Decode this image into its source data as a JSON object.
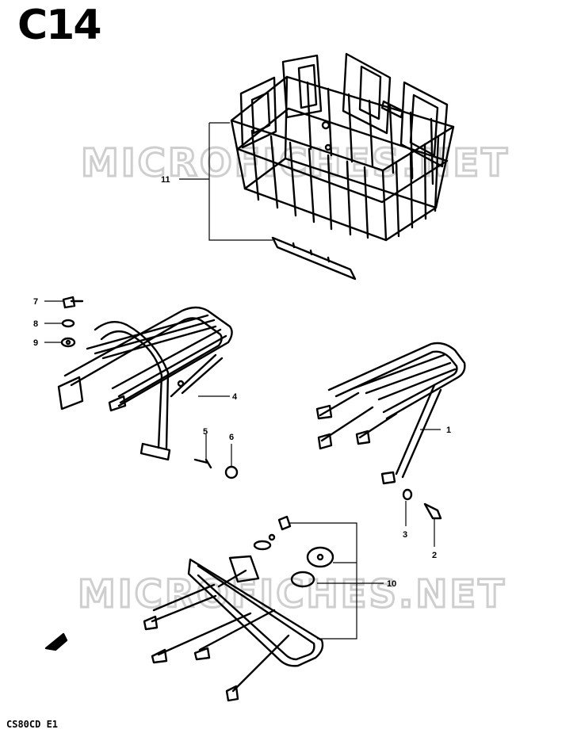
{
  "diagram": {
    "title": "C14",
    "footer": "CS80CD E1",
    "watermark": "MICROFICHES.NET",
    "callouts": [
      "1",
      "2",
      "3",
      "4",
      "5",
      "6",
      "7",
      "8",
      "9",
      "10",
      "11"
    ]
  }
}
